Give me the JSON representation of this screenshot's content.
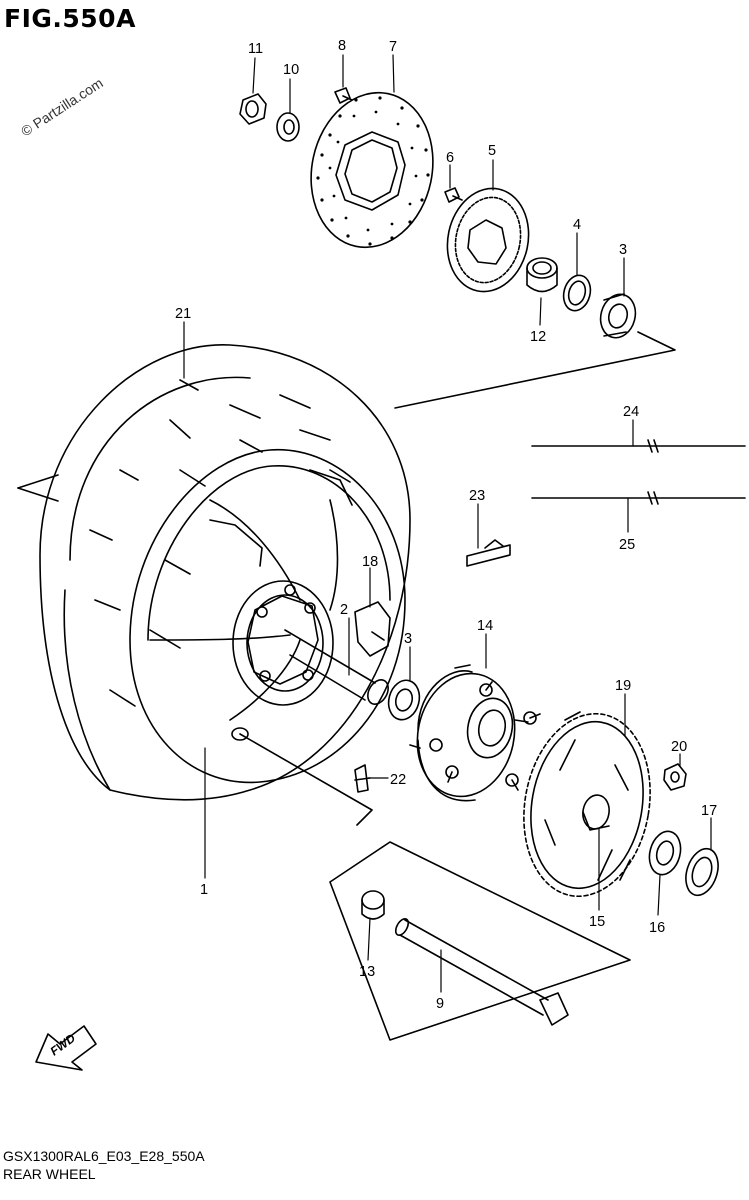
{
  "figure": {
    "title": "FIG.550A",
    "watermark": "© Partzilla.com",
    "code": "GSX1300RAL6_E03_E28_550A",
    "caption": "REAR WHEEL",
    "direction_label": "FWD"
  },
  "callouts": [
    {
      "id": "c11",
      "label": "11"
    },
    {
      "id": "c10",
      "label": "10"
    },
    {
      "id": "c8",
      "label": "8"
    },
    {
      "id": "c7",
      "label": "7"
    },
    {
      "id": "c6",
      "label": "6"
    },
    {
      "id": "c5",
      "label": "5"
    },
    {
      "id": "c4",
      "label": "4"
    },
    {
      "id": "c3a",
      "label": "3"
    },
    {
      "id": "c12",
      "label": "12"
    },
    {
      "id": "c21",
      "label": "21"
    },
    {
      "id": "c24",
      "label": "24"
    },
    {
      "id": "c23",
      "label": "23"
    },
    {
      "id": "c25",
      "label": "25"
    },
    {
      "id": "c18",
      "label": "18"
    },
    {
      "id": "c2",
      "label": "2"
    },
    {
      "id": "c3b",
      "label": "3"
    },
    {
      "id": "c14",
      "label": "14"
    },
    {
      "id": "c19",
      "label": "19"
    },
    {
      "id": "c20",
      "label": "20"
    },
    {
      "id": "c17",
      "label": "17"
    },
    {
      "id": "c22",
      "label": "22"
    },
    {
      "id": "c1",
      "label": "1"
    },
    {
      "id": "c15",
      "label": "15"
    },
    {
      "id": "c16",
      "label": "16"
    },
    {
      "id": "c13",
      "label": "13"
    },
    {
      "id": "c9",
      "label": "9"
    }
  ]
}
